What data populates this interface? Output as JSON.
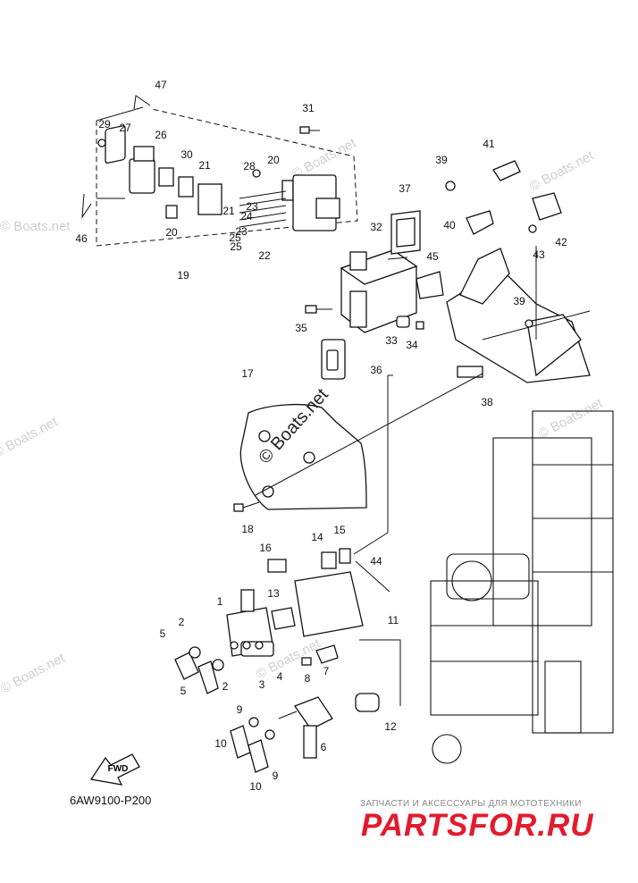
{
  "diagram": {
    "code": "6AW9100-P200",
    "watermark": "© Boats.net",
    "fwd_label": "FWD",
    "shop_tagline": "ЗАПЧАСТИ И АКСЕССУАРЫ ДЛЯ МОТОТЕХНИКИ",
    "shop_logo": "PARTSFOR.RU",
    "callouts": [
      "1",
      "2",
      "3",
      "4",
      "5",
      "6",
      "7",
      "8",
      "9",
      "10",
      "11",
      "12",
      "13",
      "14",
      "15",
      "16",
      "17",
      "18",
      "19",
      "20",
      "21",
      "22",
      "23",
      "24",
      "25",
      "26",
      "27",
      "28",
      "29",
      "30",
      "31",
      "32",
      "33",
      "34",
      "35",
      "36",
      "37",
      "38",
      "39",
      "40",
      "41",
      "42",
      "43",
      "44",
      "45",
      "46",
      "47"
    ]
  }
}
